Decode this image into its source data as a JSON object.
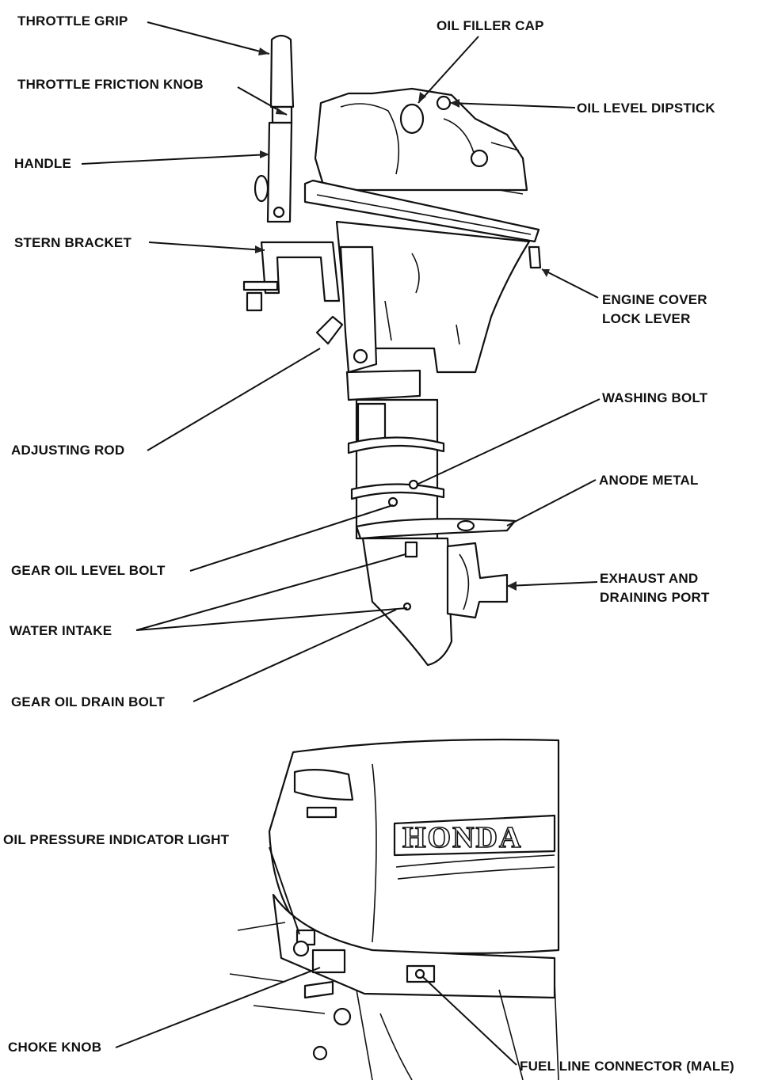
{
  "labels": {
    "throttle_grip": "THROTTLE GRIP",
    "oil_filler_cap": "OIL FILLER CAP",
    "throttle_friction_knob": "THROTTLE FRICTION KNOB",
    "oil_level_dipstick": "OIL LEVEL DIPSTICK",
    "handle": "HANDLE",
    "stern_bracket": "STERN BRACKET",
    "engine_cover_lock_lever_1": "ENGINE COVER",
    "engine_cover_lock_lever_2": "LOCK LEVER",
    "washing_bolt": "WASHING BOLT",
    "adjusting_rod": "ADJUSTING ROD",
    "anode_metal": "ANODE METAL",
    "gear_oil_level_bolt": "GEAR OIL LEVEL BOLT",
    "exhaust_and_draining_port_1": "EXHAUST AND",
    "exhaust_and_draining_port_2": "DRAINING PORT",
    "water_intake": "WATER INTAKE",
    "gear_oil_drain_bolt": "GEAR OIL DRAIN BOLT",
    "oil_pressure_indicator_light": "OIL PRESSURE INDICATOR LIGHT",
    "choke_knob": "CHOKE KNOB",
    "fuel_line_connector": "FUEL LINE CONNECTOR (MALE)"
  },
  "brand": "HONDA",
  "colors": {
    "ink": "#111111",
    "paper": "#ffffff"
  }
}
